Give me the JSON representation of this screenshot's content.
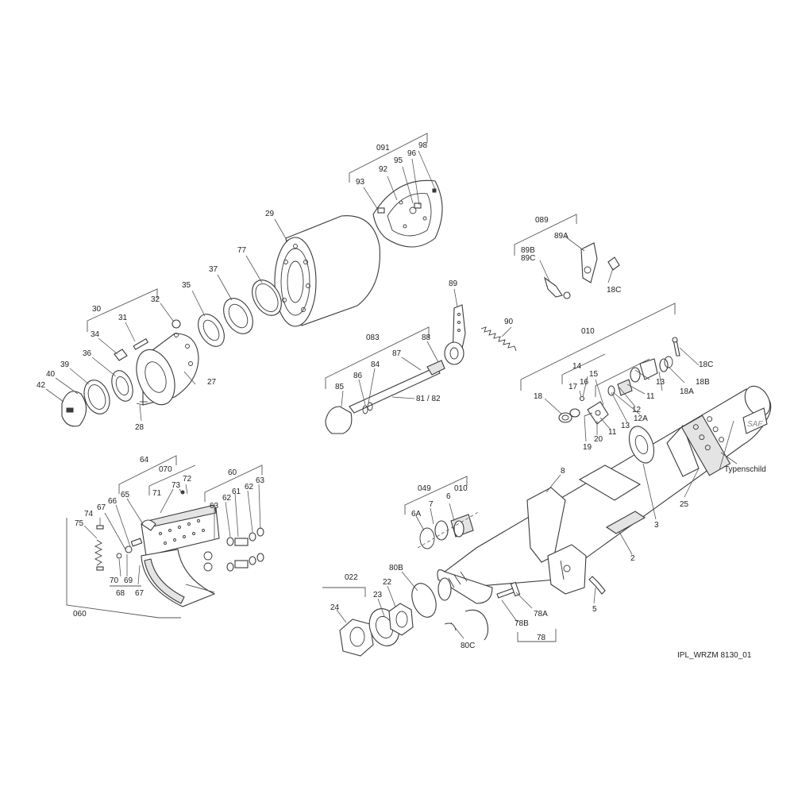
{
  "callouts": {
    "c091": "091",
    "c98": "98",
    "c96": "96",
    "c95": "95",
    "c92": "92",
    "c93": "93",
    "c29": "29",
    "c77": "77",
    "c37": "37",
    "c35": "35",
    "c32": "32",
    "c30": "30",
    "c31": "31",
    "c34": "34",
    "c36": "36",
    "c39": "39",
    "c40": "40",
    "c42": "42",
    "c27": "27",
    "c28": "28",
    "c089": "089",
    "c89A": "89A",
    "c89B": "89B",
    "c89C": "89C",
    "c18C_top": "18C",
    "c89": "89",
    "c90": "90",
    "c083": "083",
    "c88": "88",
    "c87": "87",
    "c84": "84",
    "c86": "86",
    "c85": "85",
    "c81_82": "81 / 82",
    "c010_top": "010",
    "c14": "14",
    "c15": "15",
    "c17": "17",
    "c16": "16",
    "c18": "18",
    "c13a": "13",
    "c11a": "11",
    "c12": "12",
    "c12A": "12A",
    "c13b": "13",
    "c11b": "11",
    "c18A": "18A",
    "c18B": "18B",
    "c18C_right": "18C",
    "c19": "19",
    "c20": "20",
    "c64": "64",
    "c070": "070",
    "c73": "73",
    "c72": "72",
    "c60": "60",
    "c65": "65",
    "c66": "66",
    "c67a": "67",
    "c71": "71",
    "c62a": "62",
    "c62b": "62",
    "c63a": "63",
    "c63b": "63",
    "c61": "61",
    "c74": "74",
    "c75": "75",
    "c70": "70",
    "c69": "69",
    "c68": "68",
    "c67b": "67",
    "c060": "060",
    "c049": "049",
    "c010_mid": "010",
    "c7": "7",
    "c6": "6",
    "c6A": "6A",
    "c8": "8",
    "c25": "25",
    "c3": "3",
    "c2": "2",
    "c5": "5",
    "c022": "022",
    "c24": "24",
    "c23": "23",
    "c22": "22",
    "c80B": "80B",
    "c80C": "80C",
    "c78A": "78A",
    "c78B": "78B",
    "c78": "78",
    "typenschild": "Typenschild"
  },
  "logo": "SAF",
  "caption": "IPL_WRZM 8130_01"
}
